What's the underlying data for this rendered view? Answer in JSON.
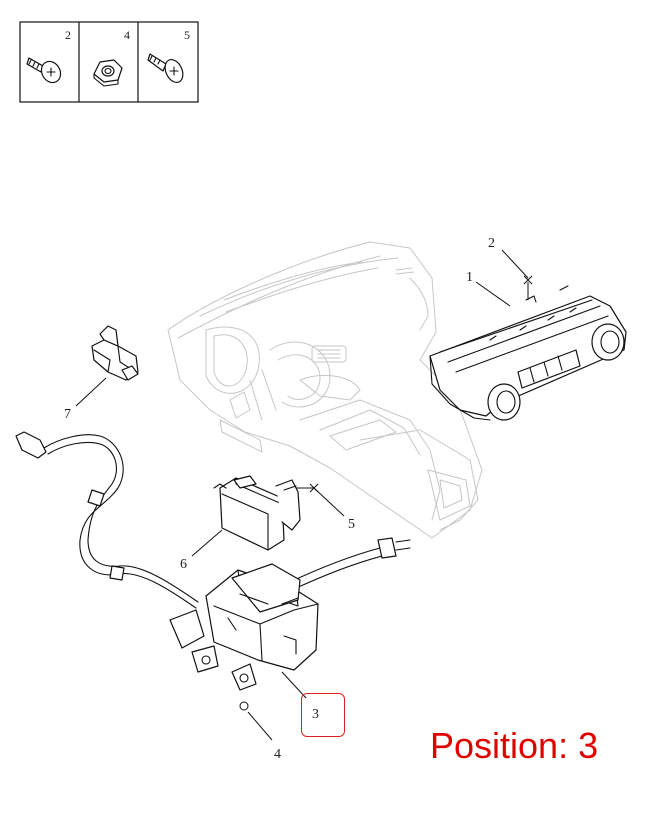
{
  "parts_table": {
    "cells": [
      {
        "number": "2",
        "icon": "screw-icon"
      },
      {
        "number": "4",
        "icon": "hex-nut-icon"
      },
      {
        "number": "5",
        "icon": "screw-icon"
      }
    ]
  },
  "callouts": {
    "c1": "1",
    "c2": "2",
    "c3": "3",
    "c4": "4",
    "c5": "5",
    "c6": "6",
    "c7": "7"
  },
  "position_label": "Position: 3",
  "colors": {
    "highlight": "#e00000",
    "line": "#111111",
    "ghost": "#c6c6c6"
  }
}
